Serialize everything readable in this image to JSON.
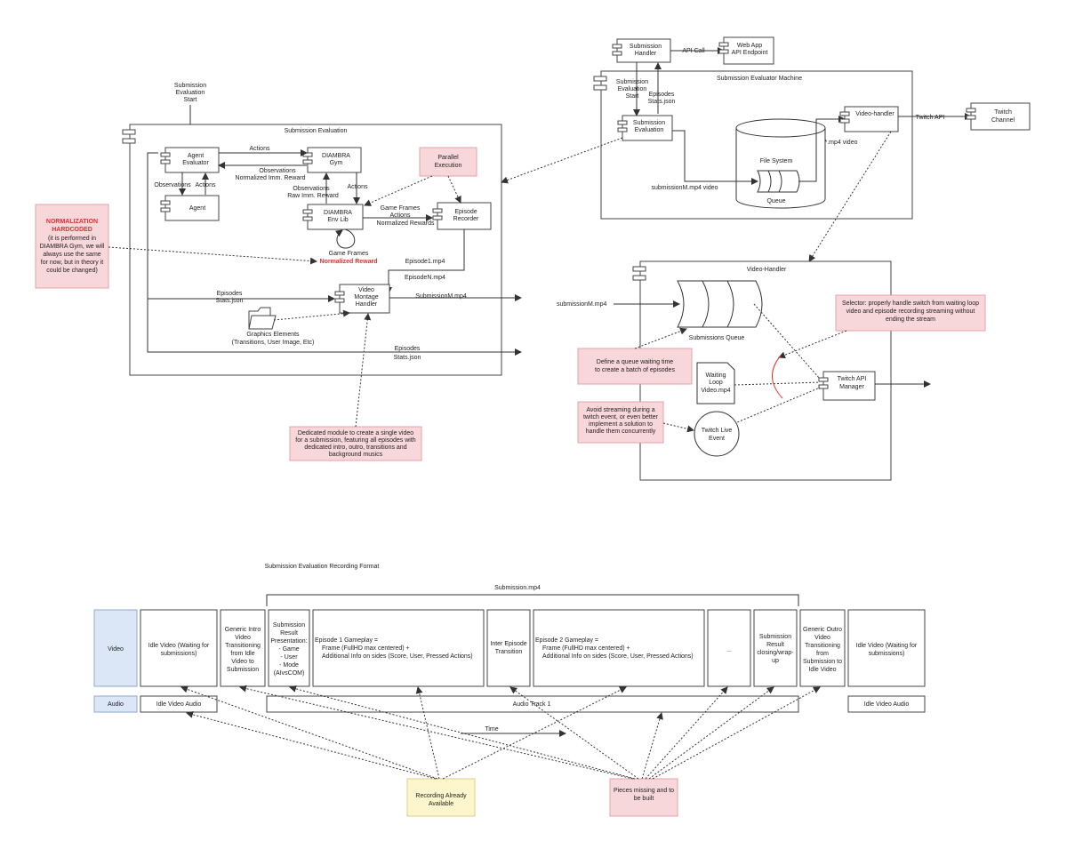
{
  "colors": {
    "line": "#333333",
    "note_red": "#f8d7da",
    "note_yellow": "#fdf6cc",
    "track_blue": "#dbe7f7",
    "emphasis_red": "#e03030"
  },
  "top_left": {
    "start_label": [
      "Submission",
      "Evaluation",
      "Start"
    ],
    "frame_title": "Submission Evaluation",
    "agent_evaluator": [
      "Agent",
      "Evaluator"
    ],
    "diambra_gym": [
      "DIAMBRA",
      "Gym"
    ],
    "agent": "Agent",
    "env_lib": [
      "DIAMBRA",
      "Env Lib"
    ],
    "episode_recorder": [
      "Episode",
      "Recorder"
    ],
    "video_montage": [
      "Video",
      "Montage",
      "Handler"
    ],
    "parallel": [
      "Parallel",
      "Execution"
    ],
    "actions": "Actions",
    "obs_reward": [
      "Observations",
      "Normalized Imm. Reward"
    ],
    "obs_left": "Observations",
    "actions_left": "Actions",
    "obs_raw": [
      "Observations",
      "Raw Imm. Reward"
    ],
    "actions_env": "Actions",
    "frames_actions": [
      "Game Frames",
      "Actions",
      "Normalized Rewards"
    ],
    "game_frames": "Game Frames",
    "normalized_reward": "Normalized Reward",
    "episode1": "Episode1.mp4",
    "episode_n": "EpisodeN.mp4",
    "episodes_stats_1": [
      "Episodes",
      "Stats.json"
    ],
    "submission_mp4": "SubmissionM.mp4",
    "graphics": [
      "Graphics Elements",
      "(Transitions, User Image, Etc)"
    ],
    "episodes_stats_2": [
      "Episodes",
      "Stats.json"
    ],
    "norm_title": [
      "NORMALIZATION",
      "HARDCODED"
    ],
    "norm_body": [
      "(it is performed in",
      "DIAMBRA Gym, we will",
      "always use the same",
      "for now, but in theory it",
      "could be changed)"
    ],
    "dedicated": [
      "Dedicated module to create a single video",
      "for a submission, featuring all episodes with",
      "dedicated intro, outro, transitions and",
      "background musics"
    ]
  },
  "top_right": {
    "submission_handler": [
      "Submission",
      "Handler"
    ],
    "api_call": "API Call",
    "web_app": [
      "Web App",
      "API Endpoint"
    ],
    "machine_title": "Submission Evaluator Machine",
    "eval_start": [
      "Submission",
      "Evaluation",
      "Start"
    ],
    "episodes_stats": [
      "Episodes",
      "Stats.json"
    ],
    "submission_evaluation": [
      "Submission",
      "Evaluation"
    ],
    "file_system": "File System",
    "queue": "Queue",
    "submission_video": "submissionM.mp4 video",
    "mp4_video": "*.mp4 video",
    "video_handler": "Video-handler",
    "twitch_api": "Twitch API",
    "twitch_channel": [
      "Twitch",
      "Channel"
    ],
    "vh_title": "Video-Handler",
    "submission_in": "submissionM.mp4",
    "submissions_queue": "Submissions Queue",
    "selector": [
      "Selector: properly handle switch from waiting loop",
      "video and episode recording streaming without",
      "ending the stream"
    ],
    "queue_note": [
      "Define a queue waiting time",
      "to create a batch of episodes"
    ],
    "waiting": [
      "Waiting",
      "Loop",
      "Video.mp4"
    ],
    "twitch_manager": [
      "Twitch API",
      "Manager"
    ],
    "avoid": [
      "Avoid streaming during a",
      "twitch event, or even better",
      "implement a solution to",
      "handle them concurrently"
    ],
    "live_event": [
      "Twitch Live",
      "Event"
    ]
  },
  "bottom": {
    "title": "Submission Evaluation Recording Format",
    "submission_mp4": "Submission.mp4",
    "video_label": "Video",
    "audio_label": "Audio",
    "idle_video_left": [
      "Idle Video (Waiting for",
      "submissions)"
    ],
    "intro": [
      "Generic Intro",
      "Video",
      "Transitioning",
      "from Idle",
      "Video to",
      "Submission"
    ],
    "presentation": [
      "Submission",
      "Result",
      "Presentation:",
      "- Game",
      "- User",
      "- Mode",
      "(AIvsCOM)"
    ],
    "ep1": [
      "Episode 1 Gameplay =",
      "Frame (FullHD max centered) +",
      "Additional Info on sides (Score, User, Pressed Actions)"
    ],
    "inter": [
      "Inter Episode",
      "Transition"
    ],
    "ep2": [
      "Episode 2 Gameplay =",
      "Frame (FullHD max centered) +",
      "Additional Info on sides (Score, User, Pressed Actions)"
    ],
    "dots": "...",
    "closing": [
      "Submission",
      "Result",
      "closing/wrap-",
      "up"
    ],
    "outro": [
      "Generic Outro",
      "Video",
      "Transitioning",
      "from",
      "Submission to",
      "Idle Video"
    ],
    "idle_video_right": [
      "Idle Video (Waiting for",
      "submissions)"
    ],
    "idle_audio_left": "Idle Video Audio",
    "audio_track": "Audio Track 1",
    "idle_audio_right": "Idle Video Audio",
    "time": "Time",
    "recording_available": [
      "Recording Already",
      "Available"
    ],
    "pieces_missing": [
      "Pieces missing and to",
      "be built"
    ]
  }
}
